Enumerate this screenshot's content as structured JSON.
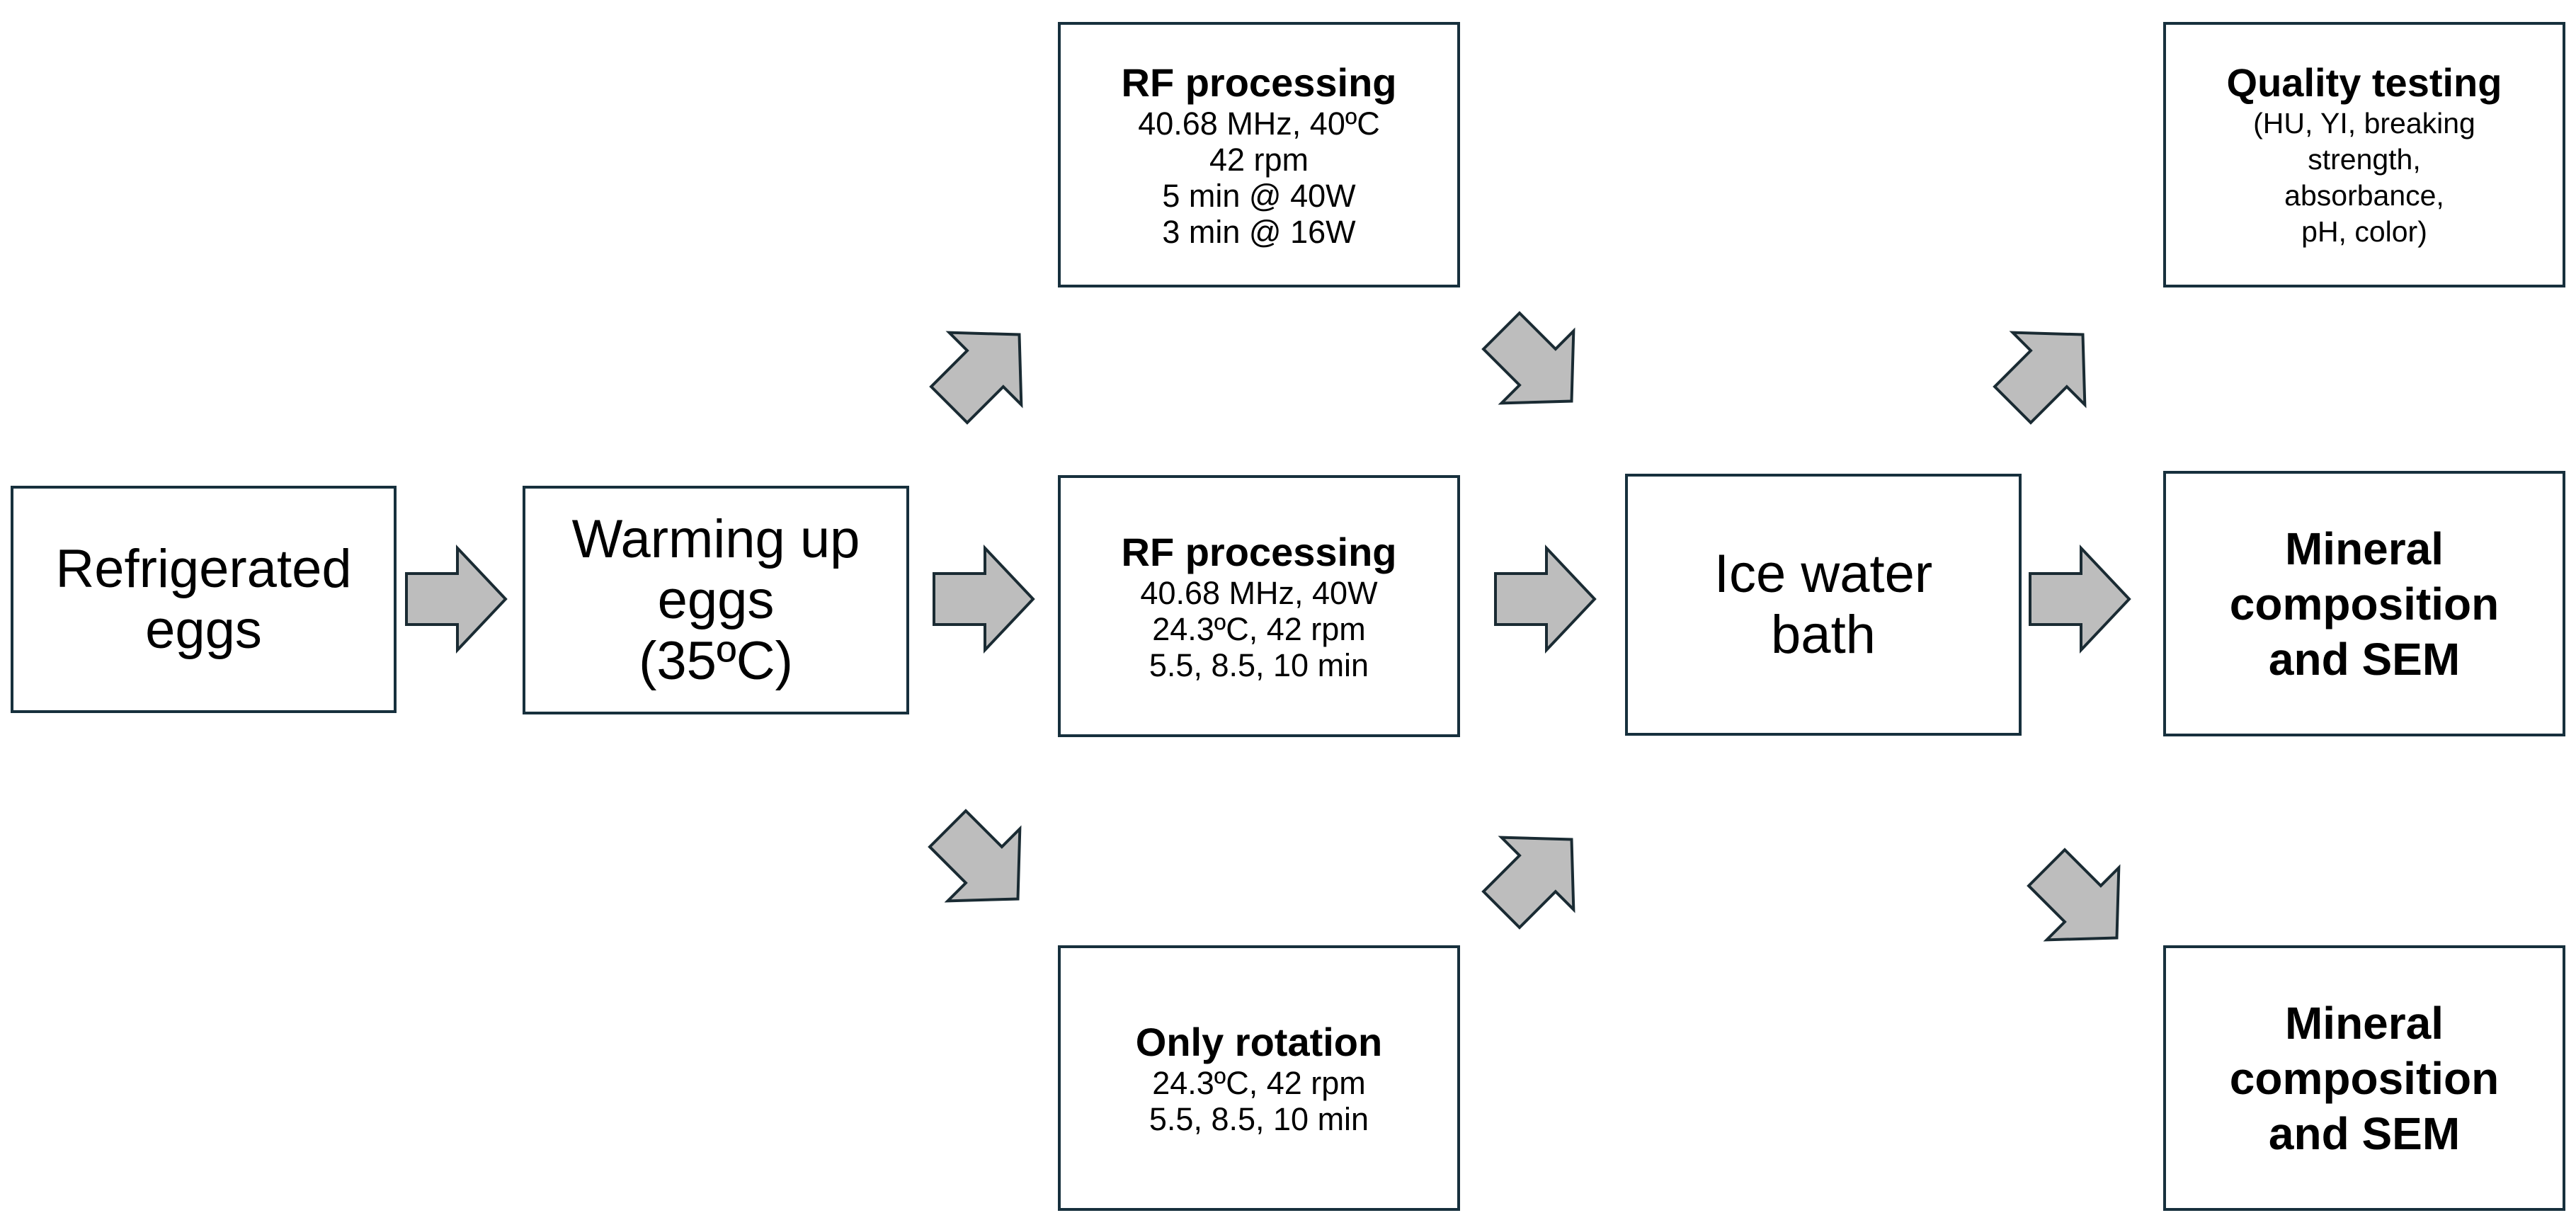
{
  "nodes": {
    "refrigerated": {
      "lines": [
        "Refrigerated",
        "eggs"
      ]
    },
    "warming": {
      "lines": [
        "Warming up",
        "eggs",
        "(35ºC)"
      ]
    },
    "rf_top": {
      "title": "RF processing",
      "details": [
        "40.68 MHz, 40ºC",
        "42 rpm",
        "5 min @ 40W",
        "3 min @ 16W"
      ]
    },
    "rf_mid": {
      "title": "RF processing",
      "details": [
        "40.68 MHz, 40W",
        "24.3ºC, 42 rpm",
        "5.5, 8.5, 10 min"
      ]
    },
    "rotation": {
      "title": "Only rotation",
      "details": [
        "24.3ºC, 42 rpm",
        "5.5, 8.5, 10 min"
      ]
    },
    "ice_bath": {
      "lines": [
        "Ice water",
        "bath"
      ]
    },
    "quality": {
      "title": "Quality testing",
      "details": [
        "(HU, YI, breaking",
        "strength,",
        "absorbance,",
        "pH, color)"
      ]
    },
    "mineral_mid": {
      "lines": [
        "Mineral",
        "composition",
        "and SEM"
      ]
    },
    "mineral_bottom": {
      "lines": [
        "Mineral",
        "composition",
        "and SEM"
      ]
    }
  },
  "colors": {
    "box_border": "#17303d",
    "arrow_fill": "#bdbdbd",
    "arrow_stroke": "#1a2b33"
  }
}
